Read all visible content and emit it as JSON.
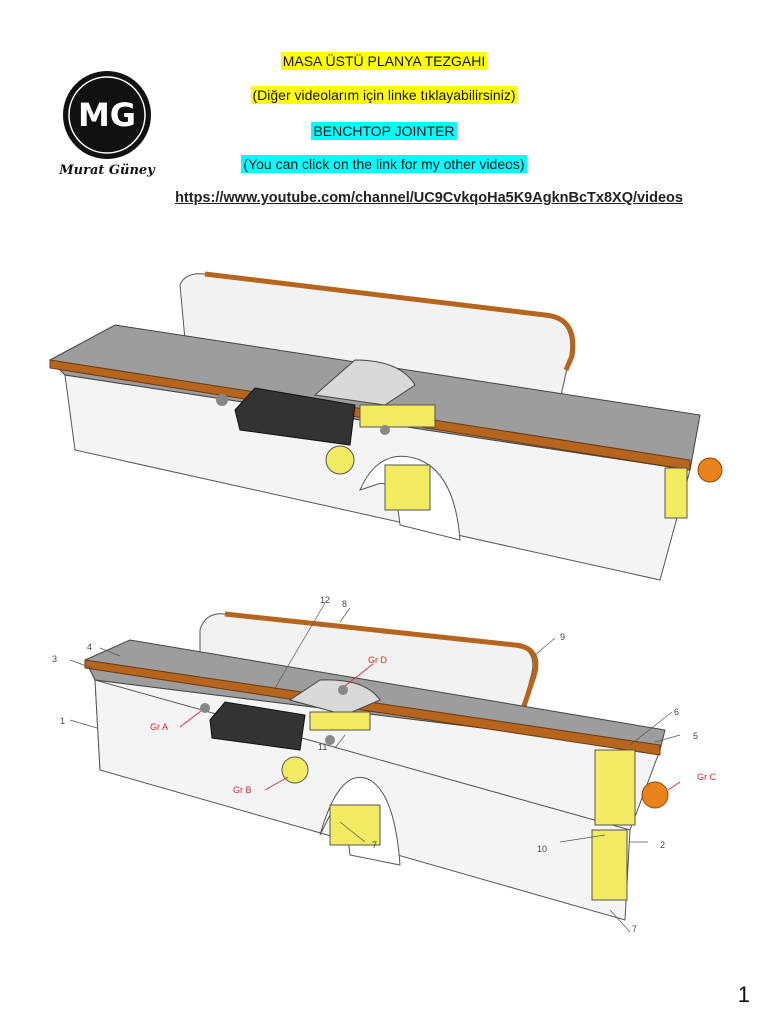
{
  "logo": {
    "initials": "MG",
    "signature": "Murat Güney"
  },
  "header": {
    "title_tr": "MASA ÜSTÜ PLANYA TEZGAHI",
    "note_tr": "(Diğer videolarım için linke tıklayabilirsiniz)",
    "title_en": "BENCHTOP JOINTER",
    "note_en": "(You can click on the link for my other videos)",
    "link": "https://www.youtube.com/channel/UC9CvkqoHa5K9AgknBcTx8XQ/videos"
  },
  "labels": {
    "p1": "1",
    "p2": "2",
    "p3": "3",
    "p4": "4",
    "p5": "5",
    "p6": "6",
    "p7a": "7",
    "p7b": "7",
    "p8": "8",
    "p9": "9",
    "p10": "10",
    "p11": "11",
    "p12": "12",
    "gr_a": "Gr A",
    "gr_b": "Gr B",
    "gr_c": "Gr C",
    "gr_d": "Gr D"
  },
  "page_number": "1",
  "colors": {
    "highlight_yellow": "#ffff00",
    "highlight_cyan": "#00ffff",
    "callout_red": "#d9262b"
  }
}
